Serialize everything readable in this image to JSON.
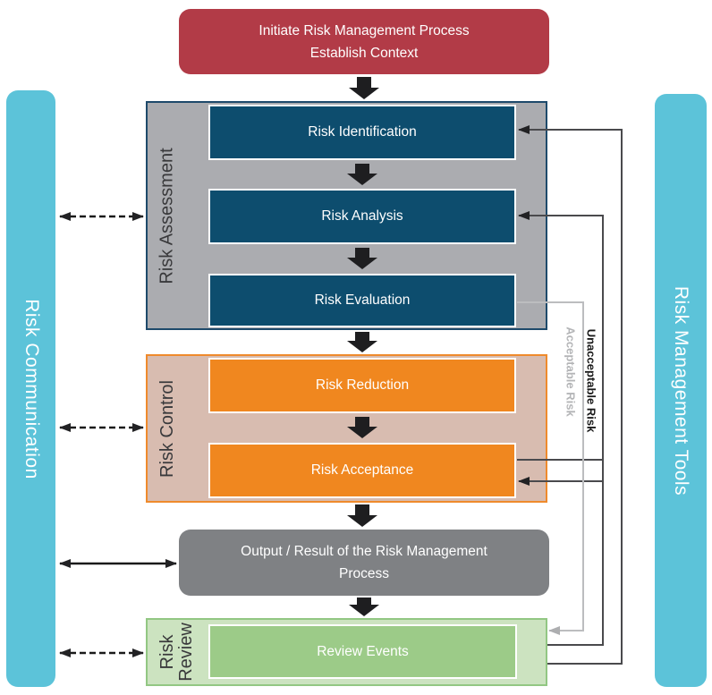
{
  "title_box": {
    "line1": "Initiate Risk Management Process",
    "line2": "Establish Context"
  },
  "left_bar": {
    "label": "Risk Communication"
  },
  "right_bar": {
    "label": "Risk Management Tools"
  },
  "sections": {
    "assessment": {
      "label": "Risk Assessment",
      "steps": [
        "Risk Identification",
        "Risk Analysis",
        "Risk Evaluation"
      ]
    },
    "control": {
      "label": "Risk Control",
      "steps": [
        "Risk Reduction",
        "Risk Acceptance"
      ]
    },
    "review": {
      "label": "Risk Review",
      "label_lines": [
        "Risk",
        "Review"
      ],
      "steps": [
        "Review Events"
      ]
    }
  },
  "output_box": {
    "line1": "Output / Result of the Risk Management",
    "line2": "Process"
  },
  "annotations": {
    "unacceptable": "Unacceptable Risk",
    "acceptable": "Acceptable Risk"
  },
  "colors": {
    "initiate-red": "#B23B47",
    "step-blue": "#0D4D6E",
    "assessment-bg": "#ABACB0",
    "assessment-border": "#1E4A6B",
    "control-bg": "#D8BCB0",
    "control-border": "#EF8A2C",
    "step-orange": "#F0871F",
    "output-gray": "#7F8184",
    "review-bg": "#CCE3C0",
    "review-border": "#92C783",
    "step-green": "#9CCB88",
    "bar-cyan": "#5CC3D9",
    "arrow-black": "#1E1E20",
    "line-dark": "#4A4A4D",
    "line-gray": "#BCBDBF",
    "label-dark": "#39393B",
    "annotation-gray": "#B4B5B7"
  }
}
